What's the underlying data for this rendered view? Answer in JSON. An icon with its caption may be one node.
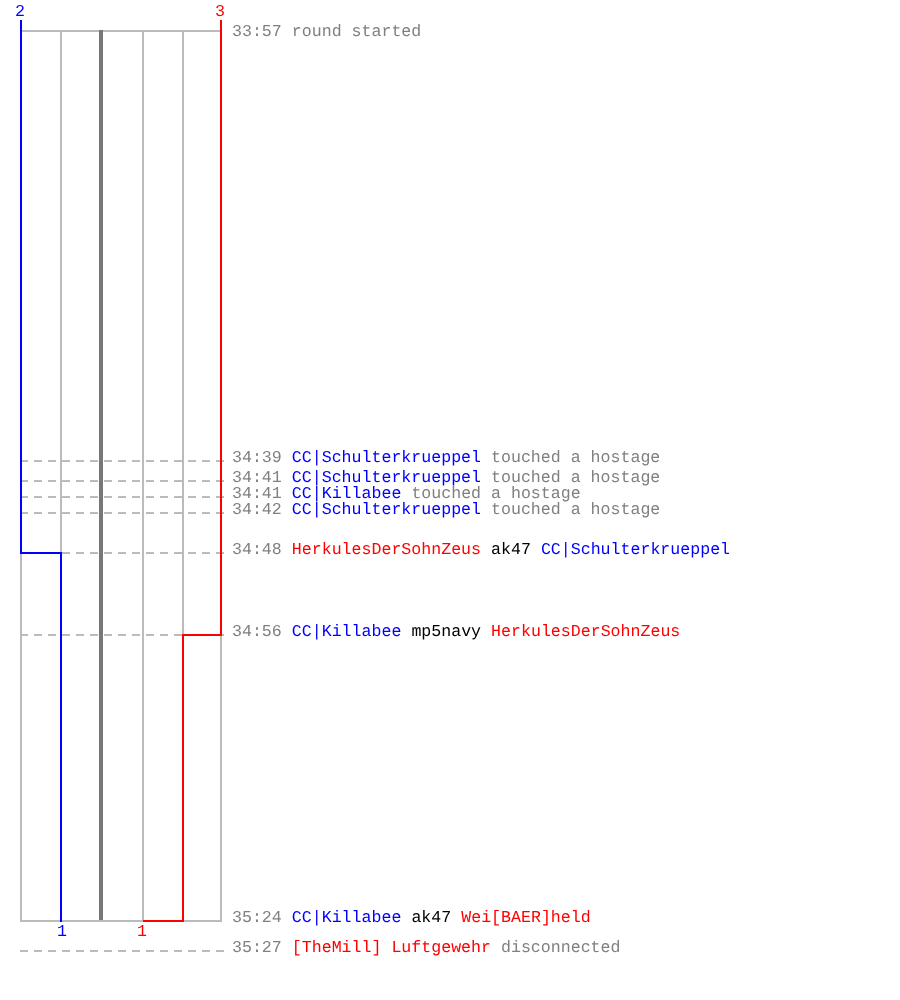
{
  "diagram": {
    "labels": [
      "2",
      "3",
      "33:57",
      "round started",
      "34:39",
      "CC|Schulterkrueppel",
      "touched a hostage",
      "34:41",
      "CC|Schulterkrueppel",
      "touched a hostage",
      "34:41",
      "CC|Killabee",
      "touched a hostage",
      "34:42",
      "CC|Schulterkrueppel",
      "touched a hostage",
      "34:48",
      "HerkulesDerSohnZeus",
      "ak47",
      "CC|Schulterkrueppel",
      "34:56",
      "CC|Killabee",
      "mp5navy",
      "HerkulesDerSohnZeus",
      "35:24",
      "CC|Killabee",
      "ak47",
      "Wei[BAER]held",
      "1",
      "1",
      "35:27",
      "[TheMill] Luftgewehr",
      "disconnected"
    ]
  }
}
